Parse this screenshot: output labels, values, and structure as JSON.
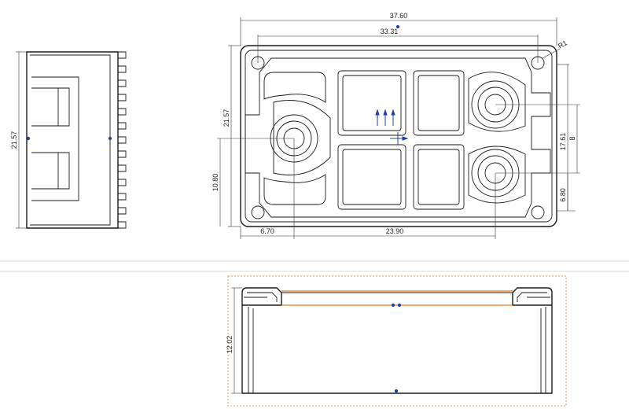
{
  "top_view": {
    "dims": {
      "width_overall": "37.60",
      "width_holes": "33.31",
      "height_overall": "21.57",
      "height_left": "10.80",
      "offset_left": "6.70",
      "span_bottom": "23.90",
      "spacing_right": "17.61",
      "gap_right": "8",
      "offset_bottom_right": "6.80",
      "radius": "R1"
    }
  },
  "side_view": {
    "dims": {
      "height": "21.57"
    }
  },
  "section_view": {
    "dims": {
      "depth": "12.02"
    }
  },
  "colors": {
    "line": "#1a1a1a",
    "marker_blue": "#1f3fb0",
    "highlight_orange": "#e07a1f",
    "selection_frame": "#e07a1f"
  }
}
